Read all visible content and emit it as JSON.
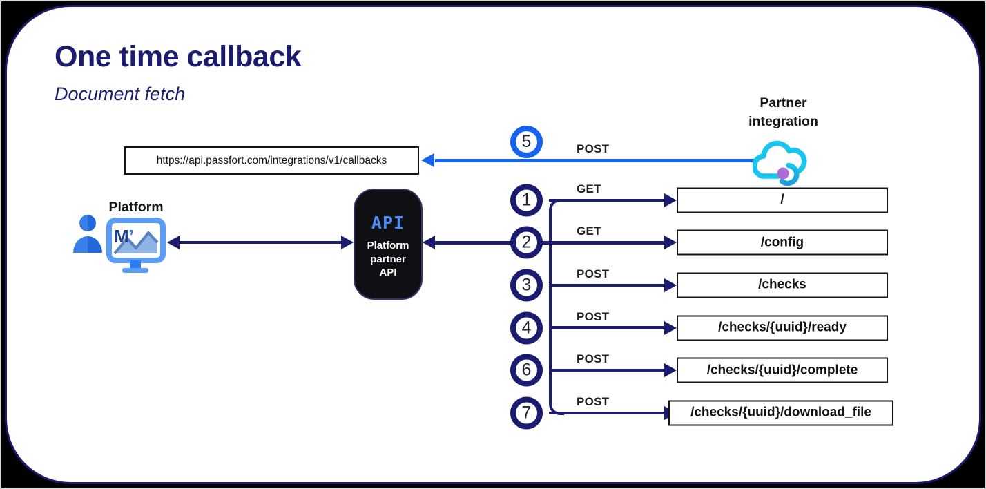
{
  "title": "One time callback",
  "subtitle": "Document fetch",
  "partner": {
    "line1": "Partner",
    "line2": "integration"
  },
  "callback": {
    "step_num": "5",
    "method": "POST",
    "url": "https://api.passfort.com/integrations/v1/callbacks"
  },
  "platform": {
    "label": "Platform",
    "logo_m": "M",
    "logo_apostrophe": "’"
  },
  "api": {
    "title": "API",
    "line1": "Platform",
    "line2": "partner",
    "line3": "API"
  },
  "flow": {
    "steps": [
      {
        "num": "1",
        "method": "GET",
        "endpoint": "/"
      },
      {
        "num": "2",
        "method": "GET",
        "endpoint": "/config"
      },
      {
        "num": "3",
        "method": "POST",
        "endpoint": "/checks"
      },
      {
        "num": "4",
        "method": "POST",
        "endpoint": "/checks/{uuid}/ready"
      },
      {
        "num": "6",
        "method": "POST",
        "endpoint": "/checks/{uuid}/complete"
      },
      {
        "num": "7",
        "method": "POST",
        "endpoint": "/checks/{uuid}/download_file"
      }
    ]
  },
  "colors": {
    "navy": "#1b1b70",
    "blue": "#1563ef",
    "cyan": "#18c5ec",
    "purple": "#ac6ad4"
  }
}
